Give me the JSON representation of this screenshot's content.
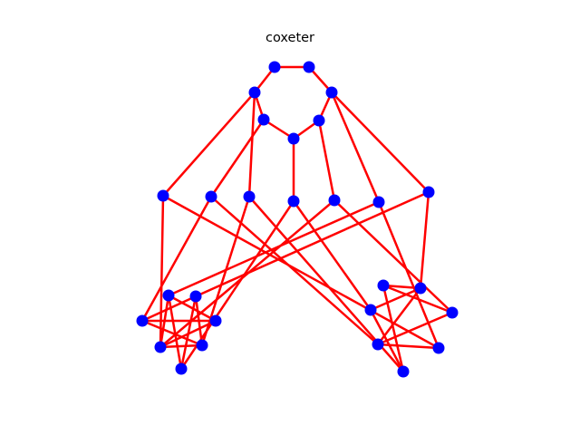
{
  "title": "coxeter",
  "colors": {
    "node": "#0000ff",
    "edge": "#ff0000",
    "background": "#ffffff",
    "text": "#000000"
  },
  "graph": {
    "nodes": [
      {
        "id": 0
      },
      {
        "id": 1
      },
      {
        "id": 2
      },
      {
        "id": 3
      },
      {
        "id": 4
      },
      {
        "id": 5
      },
      {
        "id": 6
      },
      {
        "id": 7
      },
      {
        "id": 8
      },
      {
        "id": 9
      },
      {
        "id": 10
      },
      {
        "id": 11
      },
      {
        "id": 12
      },
      {
        "id": 13
      },
      {
        "id": 14
      },
      {
        "id": 15
      },
      {
        "id": 16
      },
      {
        "id": 17
      },
      {
        "id": 18
      },
      {
        "id": 19
      },
      {
        "id": 20
      },
      {
        "id": 21
      },
      {
        "id": 22
      },
      {
        "id": 23
      },
      {
        "id": 24
      },
      {
        "id": 25
      },
      {
        "id": 26
      },
      {
        "id": 27
      }
    ],
    "edges": [
      [
        0,
        1
      ],
      [
        1,
        2
      ],
      [
        2,
        3
      ],
      [
        3,
        4
      ],
      [
        4,
        5
      ],
      [
        5,
        6
      ],
      [
        6,
        0
      ],
      [
        0,
        7
      ],
      [
        1,
        8
      ],
      [
        2,
        9
      ],
      [
        3,
        10
      ],
      [
        4,
        11
      ],
      [
        5,
        12
      ],
      [
        6,
        13
      ],
      [
        7,
        25
      ],
      [
        8,
        24
      ],
      [
        9,
        26
      ],
      [
        10,
        27
      ],
      [
        11,
        14
      ],
      [
        12,
        17
      ],
      [
        13,
        15
      ],
      [
        7,
        19
      ],
      [
        8,
        18
      ],
      [
        9,
        22
      ],
      [
        10,
        21
      ],
      [
        11,
        23
      ],
      [
        12,
        20
      ],
      [
        13,
        16
      ],
      [
        14,
        15
      ],
      [
        15,
        16
      ],
      [
        16,
        17
      ],
      [
        17,
        14
      ],
      [
        14,
        16
      ],
      [
        15,
        17
      ],
      [
        14,
        15
      ],
      [
        18,
        19
      ],
      [
        19,
        20
      ],
      [
        20,
        21
      ],
      [
        21,
        22
      ],
      [
        22,
        23
      ],
      [
        23,
        18
      ],
      [
        24,
        25
      ],
      [
        25,
        26
      ],
      [
        26,
        27
      ],
      [
        27,
        24
      ],
      [
        24,
        26
      ]
    ]
  }
}
